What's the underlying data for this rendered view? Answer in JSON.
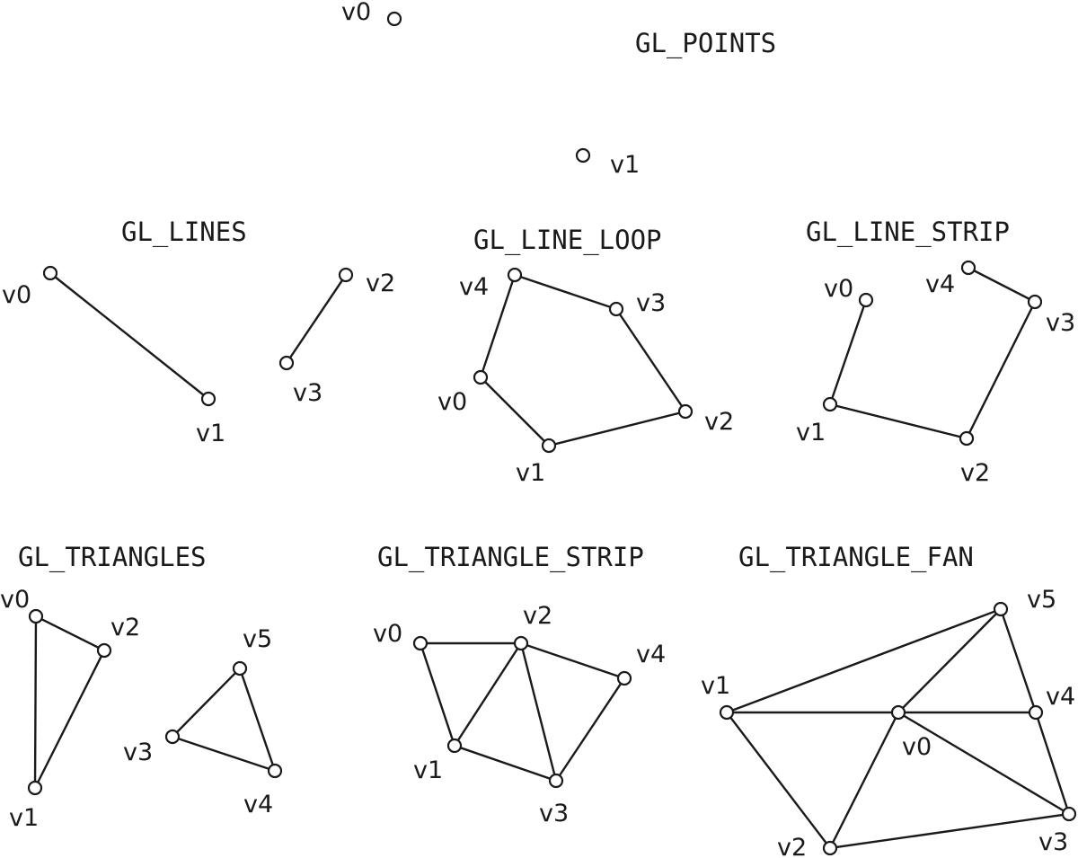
{
  "panels": [
    {
      "id": "points",
      "title": "GL_POINTS",
      "vertices": [
        {
          "label": "v0"
        },
        {
          "label": "v1"
        }
      ]
    },
    {
      "id": "lines",
      "title": "GL_LINES",
      "vertices": [
        {
          "label": "v0"
        },
        {
          "label": "v1"
        },
        {
          "label": "v2"
        },
        {
          "label": "v3"
        }
      ]
    },
    {
      "id": "line-loop",
      "title": "GL_LINE_LOOP",
      "vertices": [
        {
          "label": "v0"
        },
        {
          "label": "v1"
        },
        {
          "label": "v2"
        },
        {
          "label": "v3"
        },
        {
          "label": "v4"
        }
      ]
    },
    {
      "id": "line-strip",
      "title": "GL_LINE_STRIP",
      "vertices": [
        {
          "label": "v0"
        },
        {
          "label": "v1"
        },
        {
          "label": "v2"
        },
        {
          "label": "v3"
        },
        {
          "label": "v4"
        }
      ]
    },
    {
      "id": "triangles",
      "title": "GL_TRIANGLES",
      "vertices": [
        {
          "label": "v0"
        },
        {
          "label": "v1"
        },
        {
          "label": "v2"
        },
        {
          "label": "v3"
        },
        {
          "label": "v4"
        },
        {
          "label": "v5"
        }
      ]
    },
    {
      "id": "triangle-strip",
      "title": "GL_TRIANGLE_STRIP",
      "vertices": [
        {
          "label": "v0"
        },
        {
          "label": "v1"
        },
        {
          "label": "v2"
        },
        {
          "label": "v3"
        },
        {
          "label": "v4"
        }
      ]
    },
    {
      "id": "triangle-fan",
      "title": "GL_TRIANGLE_FAN",
      "vertices": [
        {
          "label": "v0"
        },
        {
          "label": "v1"
        },
        {
          "label": "v2"
        },
        {
          "label": "v3"
        },
        {
          "label": "v4"
        },
        {
          "label": "v5"
        }
      ]
    }
  ]
}
